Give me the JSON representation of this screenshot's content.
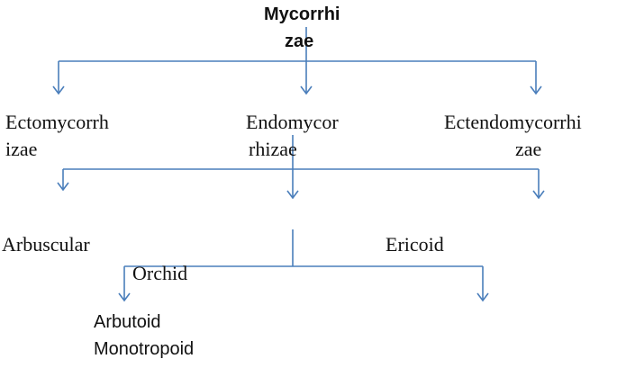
{
  "diagram": {
    "line_color": "#4a7ebb",
    "root": {
      "lines": [
        "Mycorrhi",
        "zae"
      ]
    },
    "level1": [
      {
        "id": "ecto",
        "lines": [
          "Ectomycorrh",
          "izae"
        ]
      },
      {
        "id": "endo",
        "lines": [
          "Endomycor",
          "rhizae"
        ]
      },
      {
        "id": "ectendo",
        "lines": [
          "Ectendomycorrhi",
          "zae"
        ]
      }
    ],
    "level2": [
      {
        "id": "arbuscular",
        "text": "Arbuscular"
      },
      {
        "id": "ericoid",
        "text": "Ericoid"
      },
      {
        "id": "orchid",
        "text": "Orchid"
      }
    ],
    "level3": [
      {
        "id": "arbutoid",
        "text": "Arbutoid"
      },
      {
        "id": "monotropoid",
        "text": "Monotropoid"
      }
    ]
  }
}
